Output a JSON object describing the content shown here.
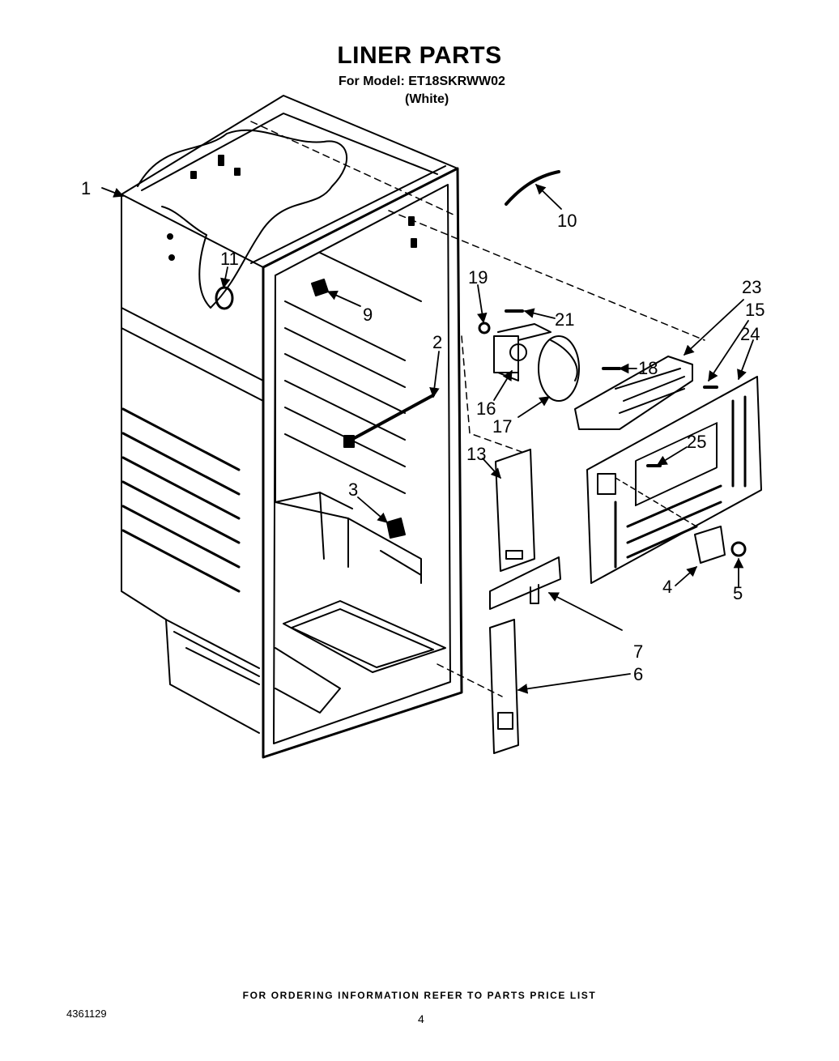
{
  "header": {
    "title": "LINER PARTS",
    "model": "For Model: ET18SKRWW02",
    "color": "(White)"
  },
  "callouts": [
    {
      "id": "1",
      "label": "1"
    },
    {
      "id": "2",
      "label": "2"
    },
    {
      "id": "3",
      "label": "3"
    },
    {
      "id": "4",
      "label": "4"
    },
    {
      "id": "5",
      "label": "5"
    },
    {
      "id": "6",
      "label": "6"
    },
    {
      "id": "7",
      "label": "7"
    },
    {
      "id": "9",
      "label": "9"
    },
    {
      "id": "10",
      "label": "10"
    },
    {
      "id": "11",
      "label": "11"
    },
    {
      "id": "13",
      "label": "13"
    },
    {
      "id": "15",
      "label": "15"
    },
    {
      "id": "16",
      "label": "16"
    },
    {
      "id": "17",
      "label": "17"
    },
    {
      "id": "18",
      "label": "18"
    },
    {
      "id": "19",
      "label": "19"
    },
    {
      "id": "21",
      "label": "21"
    },
    {
      "id": "23",
      "label": "23"
    },
    {
      "id": "24",
      "label": "24"
    },
    {
      "id": "25",
      "label": "25"
    }
  ],
  "footer": {
    "note": "FOR ORDERING INFORMATION REFER TO PARTS PRICE LIST",
    "doc_number": "4361129",
    "page_number": "4"
  }
}
